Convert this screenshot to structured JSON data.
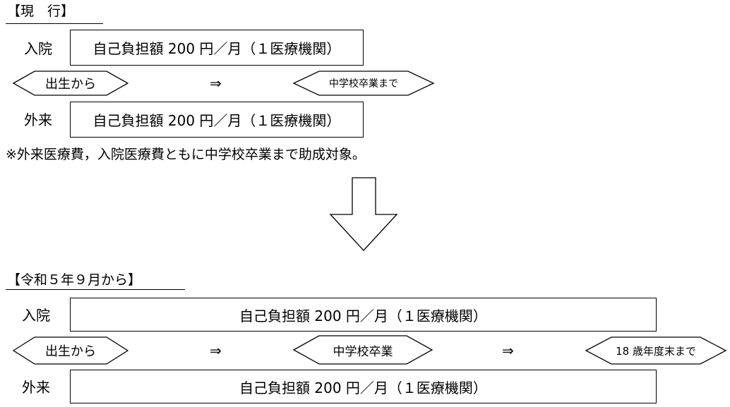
{
  "current": {
    "heading": "【現　行】",
    "inpatient_label": "入院",
    "outpatient_label": "外来",
    "inpatient_box": "自己負担額 200 円／月（１医療機関）",
    "outpatient_box": "自己負担額 200 円／月（１医療機関）",
    "start_label": "出生から",
    "arrow": "⇒",
    "end_label": "中学校卒業まで",
    "note": "※外来医療費，入院医療費ともに中学校卒業まで助成対象。"
  },
  "future": {
    "heading": "【令和５年９月から】",
    "inpatient_label": "入院",
    "outpatient_label": "外来",
    "inpatient_box": "自己負担額 200 円／月（１医療機関）",
    "outpatient_box": "自己負担額 200 円／月（１医療機関）",
    "start_label": "出生から",
    "arrow1": "⇒",
    "mid_label": "中学校卒業",
    "arrow2": "⇒",
    "end_label": "18 歳年度末まで"
  }
}
